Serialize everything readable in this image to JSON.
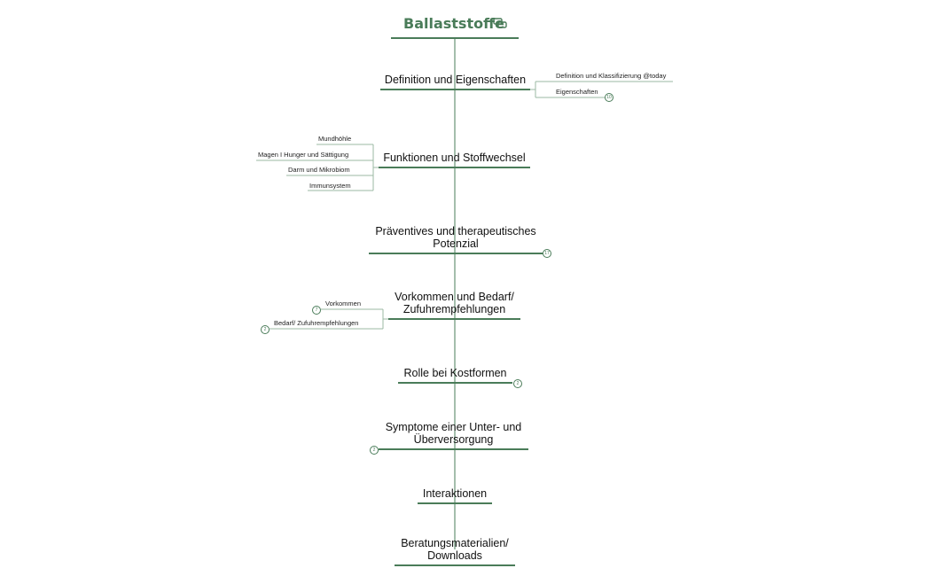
{
  "root": {
    "title": "Ballaststoffe",
    "color": "#4a7c59",
    "icon": "link-icon"
  },
  "topics": [
    {
      "label_lines": [
        "Definition und Eigenschaften"
      ]
    },
    {
      "label_lines": [
        "Funktionen und Stoffwechsel"
      ]
    },
    {
      "label_lines": [
        "Präventives und therapeutisches",
        "Potenzial"
      ],
      "badge": "17"
    },
    {
      "label_lines": [
        "Vorkommen und Bedarf/",
        "Zufuhrempfehlungen"
      ]
    },
    {
      "label_lines": [
        "Rolle bei Kostformen"
      ],
      "badge": "2"
    },
    {
      "label_lines": [
        "Symptome einer Unter- und",
        "Überversorgung"
      ],
      "badge": "2"
    },
    {
      "label_lines": [
        "Interaktionen"
      ]
    },
    {
      "label_lines": [
        "Beratungsmaterialien/",
        "Downloads"
      ]
    }
  ],
  "subtopics": {
    "definition": [
      {
        "label": "Definition und Klassifizierung @today"
      },
      {
        "label": "Eigenschaften",
        "badge": "10"
      }
    ],
    "funktionen": [
      {
        "label": "Mundhöhle"
      },
      {
        "label": "Magen I Hunger und Sättigung"
      },
      {
        "label": "Darm und Mikrobiom"
      },
      {
        "label": "Immunsystem"
      }
    ],
    "vorkommen": [
      {
        "label": "Vorkommen",
        "badge": "7"
      },
      {
        "label": "Bedarf/ Zufuhrempfehlungen",
        "badge": "2"
      }
    ]
  }
}
